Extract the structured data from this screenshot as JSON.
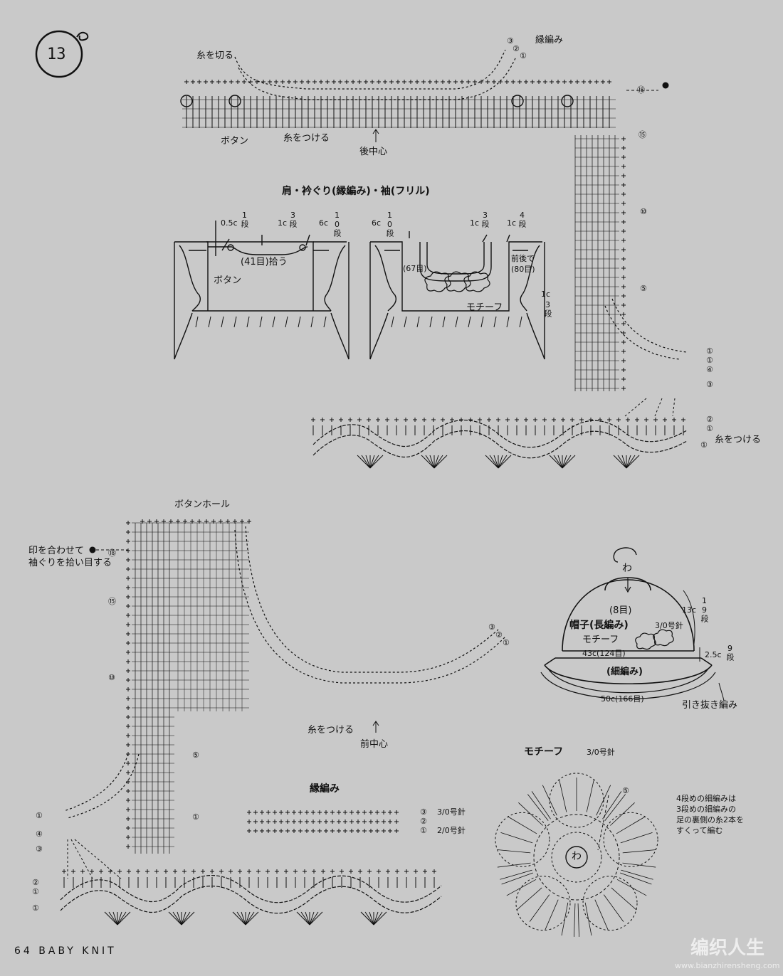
{
  "pattern_number": "13",
  "footer": "64 BABY KNIT",
  "watermark": {
    "text": "编织人生",
    "url": "www.bianzhirensheng.com"
  },
  "top_chart": {
    "cut_yarn": "糸を切る",
    "edging": "縁編み",
    "button": "ボタン",
    "attach_yarn": "糸をつける",
    "back_center": "後中心",
    "row_marks": {
      "r1": "①",
      "r2": "②",
      "r3": "③",
      "r4": "④",
      "r5": "⑤",
      "r10": "⑩",
      "r15": "⑮",
      "r18": "⑱"
    },
    "attach_yarn_right": "糸をつける"
  },
  "schematic": {
    "heading": "肩・衿ぐり(縁編み)・袖(フリル)",
    "back": {
      "m1": "0.5c",
      "m1_rows": "1段",
      "m2": "1c",
      "m2_rows": "3段",
      "m3": "6c",
      "m3_rows": "10段",
      "pickup": "(41目)拾う",
      "button": "ボタン"
    },
    "front": {
      "m1": "6c",
      "m1_rows": "10段",
      "m2": "1c",
      "m2_rows": "3段",
      "m3": "1c",
      "m3_rows": "4段",
      "count67": "(67目)",
      "front_back": "前後で",
      "count80": "(80目)",
      "motif": "モチーフ",
      "m4": "1c",
      "m4_rows": "3段"
    }
  },
  "bottom_chart": {
    "buttonhole": "ボタンホール",
    "note1": "印を合わせて",
    "note2": "袖ぐりを拾い目する",
    "attach_yarn": "糸をつける",
    "front_center": "前中心"
  },
  "edging_chart": {
    "title": "縁編み",
    "row3": "3/0号針",
    "row1": "2/0号針"
  },
  "hat": {
    "ring": "わ",
    "stitches_top": "(8目)",
    "title": "帽子(長編み)",
    "needle": "3/0号針",
    "motif": "モチーフ",
    "width": "43c(124目)",
    "band": "(細編み)",
    "brim": "50c(166目)",
    "slip": "引き抜き編み",
    "height": "13c",
    "height_rows": "19段",
    "band_h": "2.5c",
    "band_rows": "9段"
  },
  "motif": {
    "title": "モチーフ",
    "needle": "3/0号針",
    "ring": "わ",
    "row5": "⑤",
    "note": [
      "4段めの細編みは",
      "3段めの細編みの",
      "足の裏側の糸2本を",
      "すくって編む"
    ]
  }
}
